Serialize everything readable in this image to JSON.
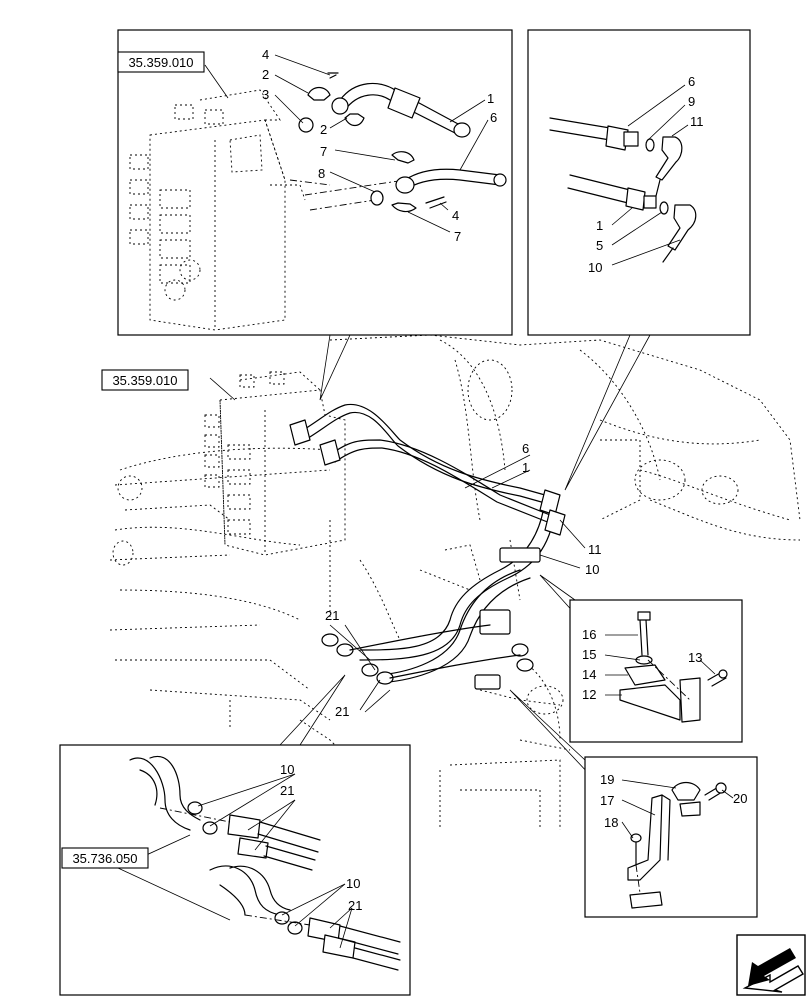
{
  "references": {
    "top_left": "35.359.010",
    "main": "35.359.010",
    "bottom_left": "35.736.050"
  },
  "callouts": {
    "top_left": [
      "4",
      "2",
      "3",
      "2",
      "7",
      "8",
      "4",
      "7",
      "1",
      "6"
    ],
    "top_right": [
      "6",
      "9",
      "11",
      "1",
      "5",
      "10"
    ],
    "main": [
      "6",
      "1",
      "11",
      "10",
      "21",
      "21"
    ],
    "mid_right": [
      "16",
      "15",
      "14",
      "12",
      "13"
    ],
    "bottom_right": [
      "19",
      "17",
      "18",
      "20"
    ],
    "bottom_left": [
      "10",
      "21",
      "10",
      "21"
    ]
  }
}
